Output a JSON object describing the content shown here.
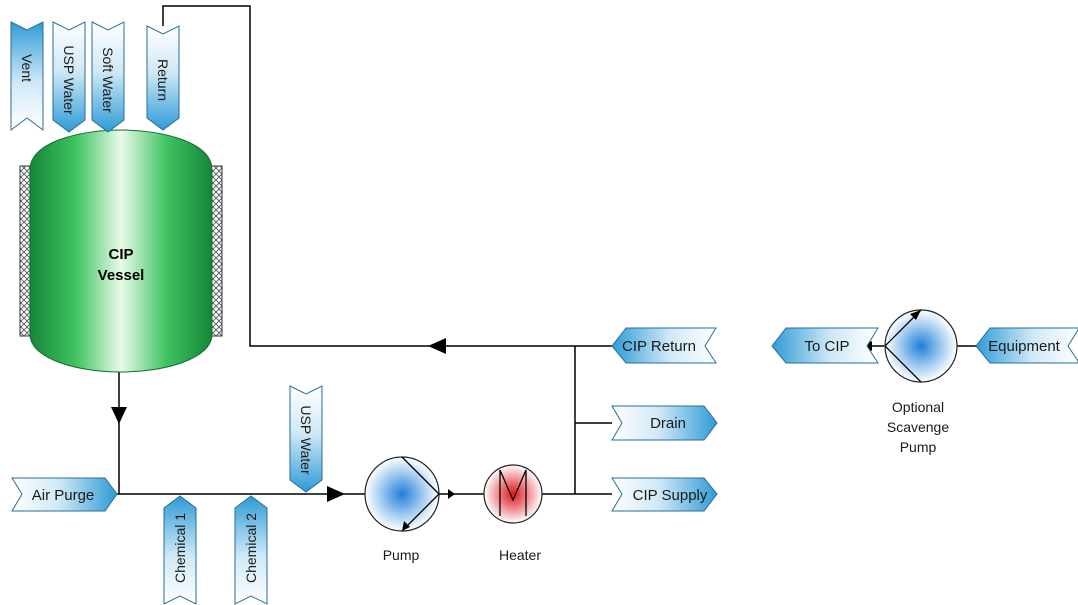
{
  "vessel": {
    "line1": "CIP",
    "line2": "Vessel"
  },
  "top_connectors": {
    "vent": "Vent",
    "usp_water": "USP Water",
    "soft_water": "Soft Water",
    "return": "Return"
  },
  "inlets": {
    "air_purge": "Air Purge",
    "chemical_1": "Chemical 1",
    "chemical_2": "Chemical 2",
    "usp_water_inline": "USP Water"
  },
  "equipment": {
    "pump": "Pump",
    "heater": "Heater"
  },
  "outlets": {
    "cip_return": "CIP Return",
    "drain": "Drain",
    "cip_supply": "CIP Supply"
  },
  "scavenge": {
    "to_cip": "To CIP",
    "equipment": "Equipment",
    "caption_line1": "Optional",
    "caption_line2": "Scavenge",
    "caption_line3": "Pump"
  },
  "colors": {
    "connector_blue": "#2e9bd6",
    "connector_light": "#e8f4fb",
    "vessel_green": "#2fb34f",
    "pump_blue": "#1f7fd8",
    "heater_red": "#e0161b"
  }
}
